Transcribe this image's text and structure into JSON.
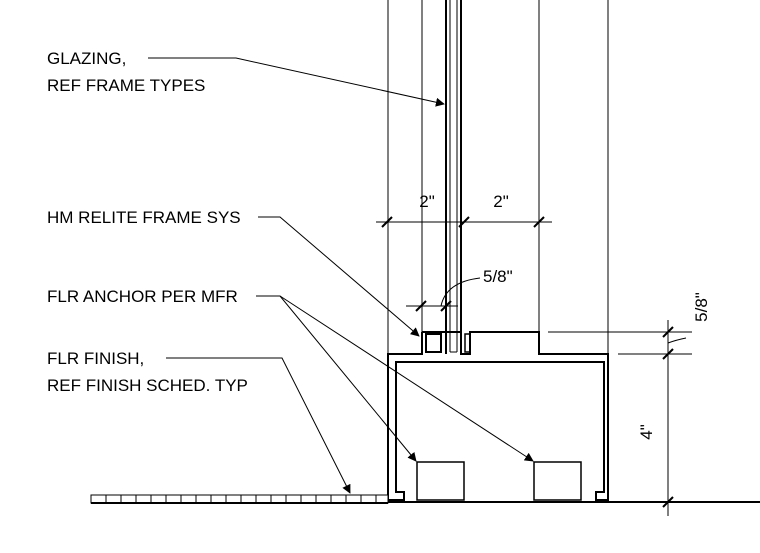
{
  "labels": {
    "glazing_line1": "GLAZING,",
    "glazing_line2": "REF FRAME TYPES",
    "relite_frame": "HM RELITE FRAME SYS",
    "floor_anchor": "FLR ANCHOR PER MFR",
    "floor_finish_line1": "FLR FINISH,",
    "floor_finish_line2": "REF FINISH SCHED. TYP"
  },
  "dimensions": {
    "left_frame_depth": "2\"",
    "right_frame_depth": "2\"",
    "glazing_thickness": "5/8\"",
    "sill_step": "5/8\"",
    "base_height": "4\""
  }
}
